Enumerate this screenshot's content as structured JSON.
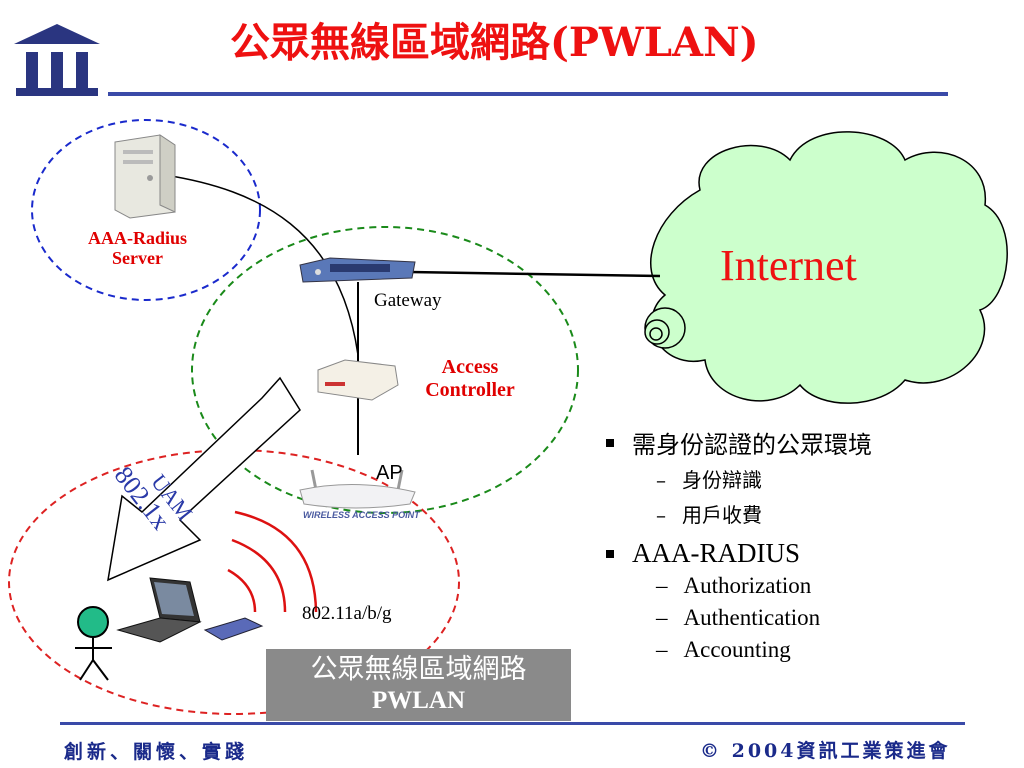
{
  "slide": {
    "title": "公眾無線區域網路(PWLAN)",
    "footer_left": "創新、關懷、實踐",
    "footer_right": "© 2004資訊工業策進會"
  },
  "diagram": {
    "aaa_server_label_line1": "AAA-Radius",
    "aaa_server_label_line2": "Server",
    "gateway_label": "Gateway",
    "access_controller_line1": "Access",
    "access_controller_line2": "Controller",
    "ap_label": "AP",
    "ap_caption": "WIRELESS ACCESS POINT",
    "wireless_standard_label": "802.11a/b/g",
    "arrow_label_line1": "UAM",
    "arrow_label_line2": "802.1x",
    "internet_label": "Internet",
    "pwlan_box_line1": "公眾無線區域網路",
    "pwlan_box_line2": "PWLAN"
  },
  "bullets": [
    {
      "text": "需身份認證的公眾環境",
      "sub": [
        "身份辯識",
        "用戶收費"
      ]
    },
    {
      "text": "AAA-RADIUS",
      "sub": [
        "Authorization",
        "Authentication",
        "Accounting"
      ]
    }
  ],
  "colors": {
    "title": "#ee1111",
    "rule": "#3a4aa8",
    "cloud_fill": "#ccffcc",
    "aaa_circle": "#1a2acc",
    "gateway_circle": "#1a8a1a",
    "client_circle": "#dd2222"
  }
}
